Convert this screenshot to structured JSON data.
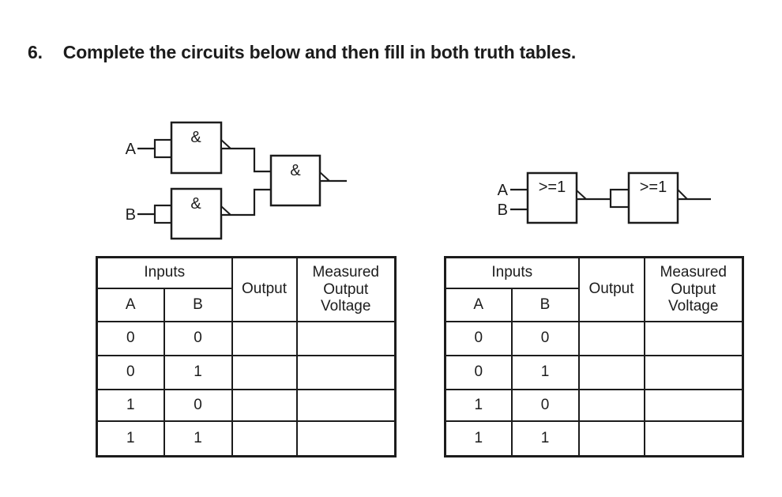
{
  "page": {
    "title_number": "6.",
    "title": "Complete the circuits below and then fill in both truth tables."
  },
  "colors": {
    "ink": "#1c1c1c",
    "background": "#ffffff"
  },
  "circuits": {
    "left": {
      "description": "two AND-symbol gates with negated outputs feeding a third negated AND gate",
      "input_a": "A",
      "input_b": "B",
      "gate_labels": {
        "gate1": "&",
        "gate2": "&",
        "gate3": "&"
      }
    },
    "right": {
      "description": "two OR-symbol gates with negated outputs in series",
      "input_a": "A",
      "input_b": "B",
      "gate_labels": {
        "gate1": ">=1",
        "gate2": ">=1"
      }
    }
  },
  "tables": {
    "left": {
      "headers": {
        "inputs": "Inputs",
        "col_a": "A",
        "col_b": "B",
        "output": "Output",
        "measured": "Measured Output Voltage"
      },
      "rows": [
        {
          "a": "0",
          "b": "0",
          "output": "",
          "measured": ""
        },
        {
          "a": "0",
          "b": "1",
          "output": "",
          "measured": ""
        },
        {
          "a": "1",
          "b": "0",
          "output": "",
          "measured": ""
        },
        {
          "a": "1",
          "b": "1",
          "output": "",
          "measured": ""
        }
      ]
    },
    "right": {
      "headers": {
        "inputs": "Inputs",
        "col_a": "A",
        "col_b": "B",
        "output": "Output",
        "measured": "Measured Output Voltage"
      },
      "rows": [
        {
          "a": "0",
          "b": "0",
          "output": "",
          "measured": ""
        },
        {
          "a": "0",
          "b": "1",
          "output": "",
          "measured": ""
        },
        {
          "a": "1",
          "b": "0",
          "output": "",
          "measured": ""
        },
        {
          "a": "1",
          "b": "1",
          "output": "",
          "measured": ""
        }
      ]
    }
  }
}
